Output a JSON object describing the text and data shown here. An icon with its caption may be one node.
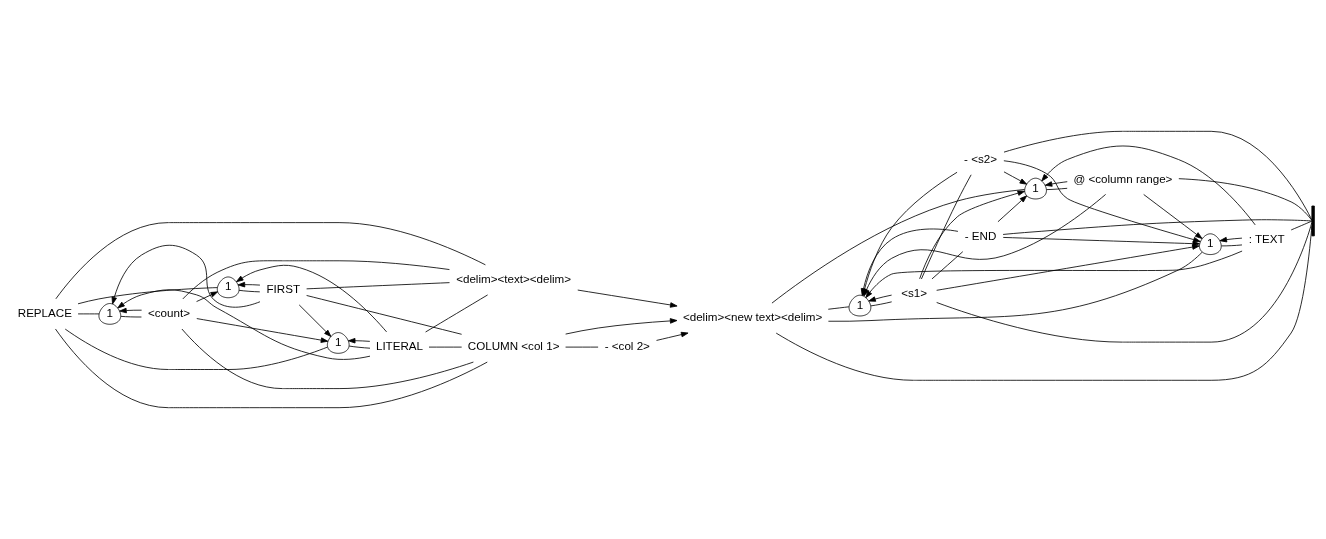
{
  "diagram": {
    "nodes": [
      {
        "text": [
          "REPLACE"
        ]
      },
      {
        "text": [
          "1"
        ]
      },
      {
        "text": [
          "<count>"
        ]
      },
      {
        "text": [
          "1"
        ]
      },
      {
        "text": [
          "FIRST"
        ]
      },
      {
        "text": [
          "1"
        ]
      },
      {
        "text": [
          "LITERAL"
        ]
      },
      {
        "text": [
          "<delim><text><delim>"
        ]
      },
      {
        "text": [
          "COLUMN <col 1>"
        ]
      },
      {
        "text": [
          "- <col 2>"
        ]
      },
      {
        "text": [
          "<delim><new text><delim>"
        ]
      },
      {
        "text": [
          "1"
        ]
      },
      {
        "text": [
          "<s1>"
        ]
      },
      {
        "text": [
          "- <s2>"
        ]
      },
      {
        "text": [
          "- END"
        ]
      },
      {
        "text": [
          "1"
        ]
      },
      {
        "text": [
          "@ <column range>"
        ]
      },
      {
        "text": [
          "1"
        ]
      },
      {
        "text": [
          ": TEXT"
        ]
      },
      {
        "text": [],
        "shape": "bar"
      }
    ],
    "edges": [
      {
        "from": 0,
        "to": 1,
        "arrow": "none"
      },
      {
        "from": 0,
        "to": 3,
        "arrow": "none"
      },
      {
        "from": 0,
        "to": 5,
        "arrow": "none"
      },
      {
        "from": 1,
        "to": 2,
        "arrow": "none"
      },
      {
        "from": 3,
        "to": 4,
        "arrow": "none"
      },
      {
        "from": 5,
        "to": 6,
        "arrow": "none"
      },
      {
        "from": 2,
        "to": 1,
        "arrow": "to"
      },
      {
        "from": 2,
        "to": 3,
        "arrow": "to"
      },
      {
        "from": 2,
        "to": 5,
        "arrow": "to"
      },
      {
        "from": 4,
        "to": 1,
        "arrow": "to"
      },
      {
        "from": 4,
        "to": 3,
        "arrow": "to"
      },
      {
        "from": 4,
        "to": 5,
        "arrow": "to"
      },
      {
        "from": 6,
        "to": 1,
        "arrow": "to"
      },
      {
        "from": 6,
        "to": 3,
        "arrow": "to"
      },
      {
        "from": 6,
        "to": 5,
        "arrow": "to"
      },
      {
        "from": 0,
        "to": 7,
        "arrow": "none"
      },
      {
        "from": 0,
        "to": 8,
        "arrow": "none"
      },
      {
        "from": 2,
        "to": 7,
        "arrow": "none"
      },
      {
        "from": 2,
        "to": 8,
        "arrow": "none"
      },
      {
        "from": 4,
        "to": 7,
        "arrow": "none"
      },
      {
        "from": 4,
        "to": 8,
        "arrow": "none"
      },
      {
        "from": 6,
        "to": 7,
        "arrow": "none"
      },
      {
        "from": 6,
        "to": 8,
        "arrow": "none"
      },
      {
        "from": 8,
        "to": 9,
        "arrow": "none"
      },
      {
        "from": 7,
        "to": 10,
        "arrow": "to"
      },
      {
        "from": 8,
        "to": 10,
        "arrow": "to"
      },
      {
        "from": 9,
        "to": 10,
        "arrow": "to"
      },
      {
        "from": 10,
        "to": 11,
        "arrow": "none"
      },
      {
        "from": 10,
        "to": 15,
        "arrow": "none"
      },
      {
        "from": 10,
        "to": 17,
        "arrow": "none"
      },
      {
        "from": 10,
        "to": 19,
        "arrow": "none"
      },
      {
        "from": 11,
        "to": 12,
        "arrow": "none"
      },
      {
        "from": 12,
        "to": 13,
        "arrow": "none"
      },
      {
        "from": 12,
        "to": 14,
        "arrow": "none"
      },
      {
        "from": 15,
        "to": 16,
        "arrow": "none"
      },
      {
        "from": 17,
        "to": 18,
        "arrow": "none"
      },
      {
        "from": 12,
        "to": 19,
        "arrow": "none"
      },
      {
        "from": 13,
        "to": 19,
        "arrow": "none"
      },
      {
        "from": 14,
        "to": 19,
        "arrow": "none"
      },
      {
        "from": 16,
        "to": 19,
        "arrow": "none"
      },
      {
        "from": 18,
        "to": 19,
        "arrow": "none"
      },
      {
        "from": 12,
        "to": 11,
        "arrow": "to"
      },
      {
        "from": 12,
        "to": 15,
        "arrow": "to"
      },
      {
        "from": 12,
        "to": 17,
        "arrow": "to"
      },
      {
        "from": 13,
        "to": 11,
        "arrow": "to"
      },
      {
        "from": 13,
        "to": 15,
        "arrow": "to"
      },
      {
        "from": 13,
        "to": 17,
        "arrow": "to"
      },
      {
        "from": 14,
        "to": 11,
        "arrow": "to"
      },
      {
        "from": 14,
        "to": 15,
        "arrow": "to"
      },
      {
        "from": 14,
        "to": 17,
        "arrow": "to"
      },
      {
        "from": 16,
        "to": 11,
        "arrow": "to"
      },
      {
        "from": 16,
        "to": 15,
        "arrow": "to"
      },
      {
        "from": 16,
        "to": 17,
        "arrow": "to"
      },
      {
        "from": 18,
        "to": 11,
        "arrow": "to"
      },
      {
        "from": 18,
        "to": 15,
        "arrow": "to"
      },
      {
        "from": 18,
        "to": 17,
        "arrow": "to"
      }
    ]
  }
}
